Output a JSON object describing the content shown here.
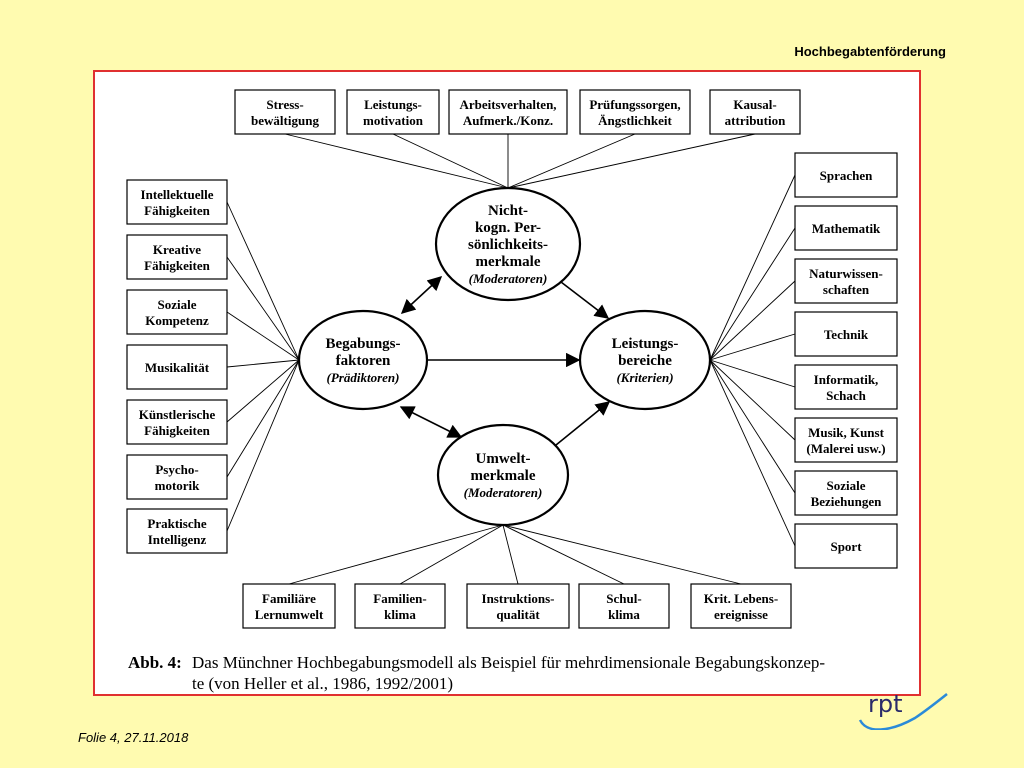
{
  "header": {
    "title": "Hochbegabtenförderung"
  },
  "footer": {
    "slide_info": "Folie 4, 27.11.2018",
    "logo": "rpt"
  },
  "diagram": {
    "top_boxes": [
      [
        "Stress-",
        "bewältigung"
      ],
      [
        "Leistungs-",
        "motivation"
      ],
      [
        "Arbeitsverhalten,",
        "Aufmerk./Konz."
      ],
      [
        "Prüfungssorgen,",
        "Ängstlichkeit"
      ],
      [
        "Kausal-",
        "attribution"
      ]
    ],
    "left_boxes": [
      [
        "Intellektuelle",
        "Fähigkeiten"
      ],
      [
        "Kreative",
        "Fähigkeiten"
      ],
      [
        "Soziale",
        "Kompetenz"
      ],
      [
        "Musikalität"
      ],
      [
        "Künstlerische",
        "Fähigkeiten"
      ],
      [
        "Psycho-",
        "motorik"
      ],
      [
        "Praktische",
        "Intelligenz"
      ]
    ],
    "right_boxes": [
      [
        "Sprachen"
      ],
      [
        "Mathematik"
      ],
      [
        "Naturwissen-",
        "schaften"
      ],
      [
        "Technik"
      ],
      [
        "Informatik,",
        "Schach"
      ],
      [
        "Musik, Kunst",
        "(Malerei usw.)"
      ],
      [
        "Soziale",
        "Beziehungen"
      ],
      [
        "Sport"
      ]
    ],
    "bottom_boxes": [
      [
        "Familiäre",
        "Lernumwelt"
      ],
      [
        "Familien-",
        "klima"
      ],
      [
        "Instruktions-",
        "qualität"
      ],
      [
        "Schul-",
        "klima"
      ],
      [
        "Krit. Lebens-",
        "ereignisse"
      ]
    ],
    "nodes": {
      "top": {
        "lines": [
          "Nicht-",
          "kogn. Per-",
          "sönlichkeits-",
          "merkmale"
        ],
        "sub": "(Moderatoren)"
      },
      "left": {
        "lines": [
          "Begabungs-",
          "faktoren"
        ],
        "sub": "(Prädiktoren)"
      },
      "right": {
        "lines": [
          "Leistungs-",
          "bereiche"
        ],
        "sub": "(Kriterien)"
      },
      "bottom": {
        "lines": [
          "Umwelt-",
          "merkmale"
        ],
        "sub": "(Moderatoren)"
      }
    }
  },
  "caption": {
    "label": "Abb. 4:",
    "line1": "Das Münchner Hochbegabungsmodell als Beispiel für mehrdimensionale Begabungskonzep-",
    "line2": "te (von Heller et al., 1986, 1992/2001)"
  }
}
